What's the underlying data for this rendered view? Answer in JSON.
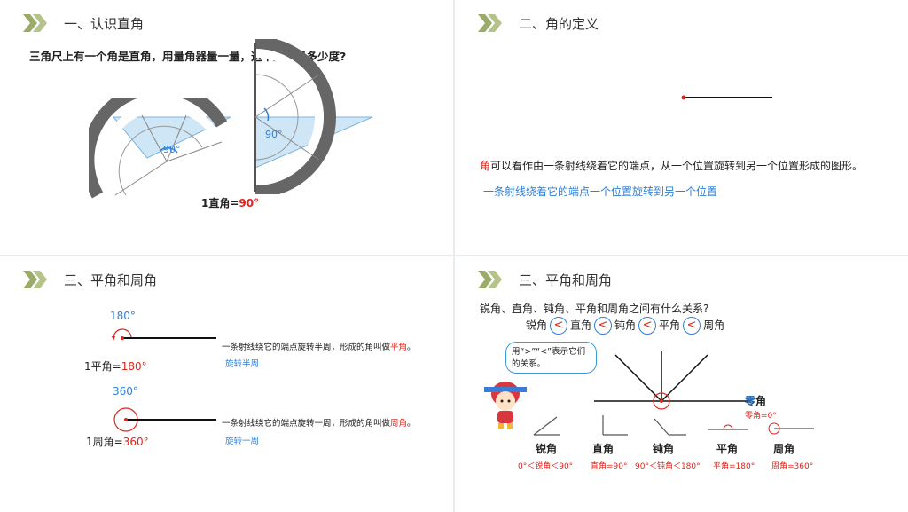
{
  "panel1": {
    "title": "一、认识直角",
    "question": "三角尺上有一个角是直角，用量角器量一量，这个直角是多少度?",
    "angle_label_left": "90°",
    "angle_label_right": "90°",
    "result_prefix": "1直角=",
    "result_value": "90°"
  },
  "panel2": {
    "title": "二、角的定义",
    "def_red": "角",
    "def_rest": "可以看作由一条射线绕着它的端点，从一个位置旋转到另一个位置形成的图形。",
    "blue_line": "一条射线绕着它的端点一个位置旋转到另一个位置"
  },
  "panel3": {
    "title": "三、平角和周角",
    "straight_deg": "180°",
    "straight_prefix": "1平角=",
    "straight_value": "180°",
    "straight_desc": "一条射线绕它的端点旋转半周，形成的角叫做",
    "straight_desc_red": "平角",
    "straight_desc_end": "。",
    "straight_note": "旋转半周",
    "full_deg": "360°",
    "full_prefix": "1周角=",
    "full_value": "360°",
    "full_desc": "一条射线绕它的端点旋转一周，形成的角叫做",
    "full_desc_red": "周角",
    "full_desc_end": "。",
    "full_note": "旋转一周"
  },
  "panel4": {
    "title": "三、平角和周角",
    "question": "锐角、直角、钝角、平角和周角之间有什么关系?",
    "order": [
      "锐角",
      "直角",
      "钝角",
      "平角",
      "周角"
    ],
    "symbol": "<",
    "bubble": "用“>”“<”表示它们的关系。",
    "zero_angle": "零角",
    "zero_formula": "零角=0°",
    "types": [
      {
        "name": "锐角",
        "formula": "0°＜锐角＜90°"
      },
      {
        "name": "直角",
        "formula": "直角=90°"
      },
      {
        "name": "钝角",
        "formula": "90°＜钝角＜180°"
      },
      {
        "name": "平角",
        "formula": "平角=180°"
      },
      {
        "name": "周角",
        "formula": "周角=360°"
      }
    ]
  }
}
